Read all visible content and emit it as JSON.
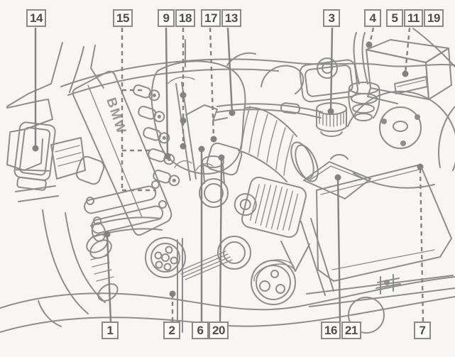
{
  "figure": {
    "type": "engine-compartment-component-location-diagram",
    "engine_text": "BMW"
  },
  "colors": {
    "background": "#f7f6f2",
    "line": "#8d8d8d",
    "leader_line": "#838383",
    "label_border": "#8a8a8a",
    "label_text": "#4d4d4d"
  },
  "callouts": {
    "top": [
      {
        "label": "14",
        "line": "solid"
      },
      {
        "label": "15",
        "line": "dashed"
      },
      {
        "label": "9",
        "line": "solid"
      },
      {
        "label": "18",
        "line": "dashed"
      },
      {
        "label": "17",
        "line": "dashed"
      },
      {
        "label": "13",
        "line": "solid"
      },
      {
        "label": "3",
        "line": "solid"
      },
      {
        "label": "4",
        "line": "dashed"
      },
      {
        "label": "5",
        "line": "dashed"
      },
      {
        "label": "11",
        "line": "dashed"
      },
      {
        "label": "19",
        "line": "dashed"
      }
    ],
    "bottom": [
      {
        "label": "1",
        "line": "solid"
      },
      {
        "label": "2",
        "line": "dashed"
      },
      {
        "label": "6",
        "line": "solid"
      },
      {
        "label": "20",
        "line": "solid"
      },
      {
        "label": "16",
        "line": "solid"
      },
      {
        "label": "21",
        "line": "solid"
      },
      {
        "label": "7",
        "line": "dashed"
      }
    ]
  }
}
